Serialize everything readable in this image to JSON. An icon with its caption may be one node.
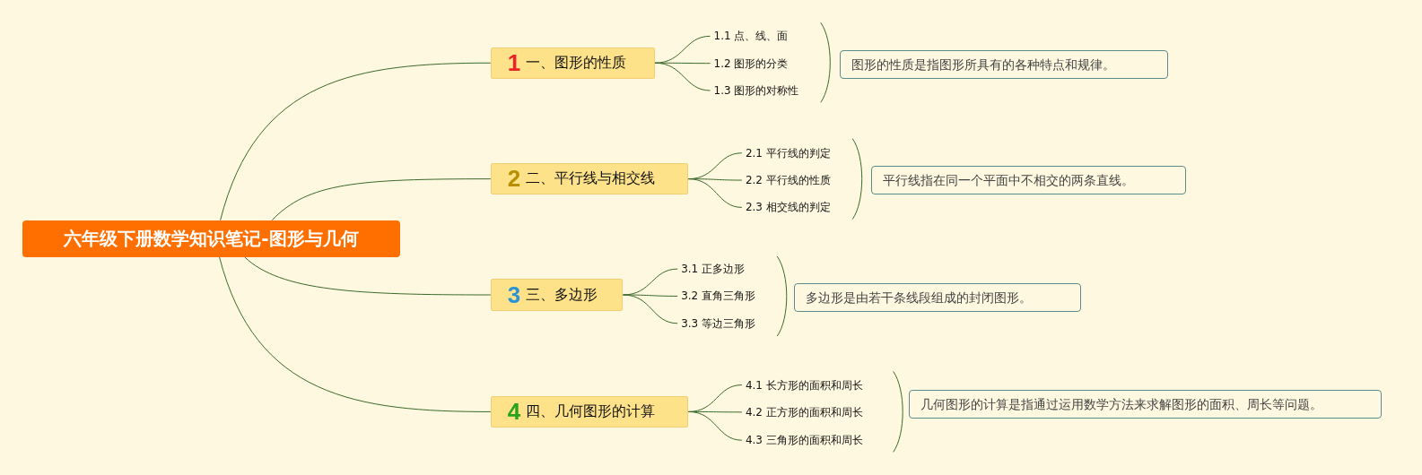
{
  "diagram": {
    "nodes": [
      {
        "text": [
          "六年级下册数学知识笔记-图形与几何"
        ]
      },
      {
        "text": [
          "1",
          "一、图形的性质"
        ]
      },
      {
        "text": [
          "1.1 点、线、面"
        ]
      },
      {
        "text": [
          "1.2 图形的分类"
        ]
      },
      {
        "text": [
          "1.3 图形的对称性"
        ]
      },
      {
        "text": [
          "图形的性质是指图形所具有的各种特点和规律。"
        ]
      },
      {
        "text": [
          "2",
          "二、平行线与相交线"
        ]
      },
      {
        "text": [
          "2.1 平行线的判定"
        ]
      },
      {
        "text": [
          "2.2 平行线的性质"
        ]
      },
      {
        "text": [
          "2.3 相交线的判定"
        ]
      },
      {
        "text": [
          "平行线指在同一个平面中不相交的两条直线。"
        ]
      },
      {
        "text": [
          "3",
          "三、多边形"
        ]
      },
      {
        "text": [
          "3.1 正多边形"
        ]
      },
      {
        "text": [
          "3.2 直角三角形"
        ]
      },
      {
        "text": [
          "3.3 等边三角形"
        ]
      },
      {
        "text": [
          "多边形是由若干条线段组成的封闭图形。"
        ]
      },
      {
        "text": [
          "4",
          "四、几何图形的计算"
        ]
      },
      {
        "text": [
          "4.1 长方形的面积和周长"
        ]
      },
      {
        "text": [
          "4.2 正方形的面积和周长"
        ]
      },
      {
        "text": [
          "4.3 三角形的面积和周长"
        ]
      },
      {
        "text": [
          "几何图形的计算是指通过运用数学方法来求解图形的面积、周长等问题。"
        ]
      }
    ],
    "edges": [
      {
        "from": 0,
        "to": 1,
        "arrow": "none"
      },
      {
        "from": 0,
        "to": 6,
        "arrow": "none"
      },
      {
        "from": 0,
        "to": 11,
        "arrow": "none"
      },
      {
        "from": 0,
        "to": 16,
        "arrow": "none"
      },
      {
        "from": 1,
        "to": 2,
        "arrow": "none"
      },
      {
        "from": 1,
        "to": 3,
        "arrow": "none"
      },
      {
        "from": 1,
        "to": 4,
        "arrow": "none"
      },
      {
        "from": 6,
        "to": 7,
        "arrow": "none"
      },
      {
        "from": 6,
        "to": 8,
        "arrow": "none"
      },
      {
        "from": 6,
        "to": 9,
        "arrow": "none"
      },
      {
        "from": 11,
        "to": 12,
        "arrow": "none"
      },
      {
        "from": 11,
        "to": 13,
        "arrow": "none"
      },
      {
        "from": 11,
        "to": 14,
        "arrow": "none"
      },
      {
        "from": 16,
        "to": 17,
        "arrow": "none"
      },
      {
        "from": 16,
        "to": 18,
        "arrow": "none"
      },
      {
        "from": 16,
        "to": 19,
        "arrow": "none"
      }
    ]
  }
}
